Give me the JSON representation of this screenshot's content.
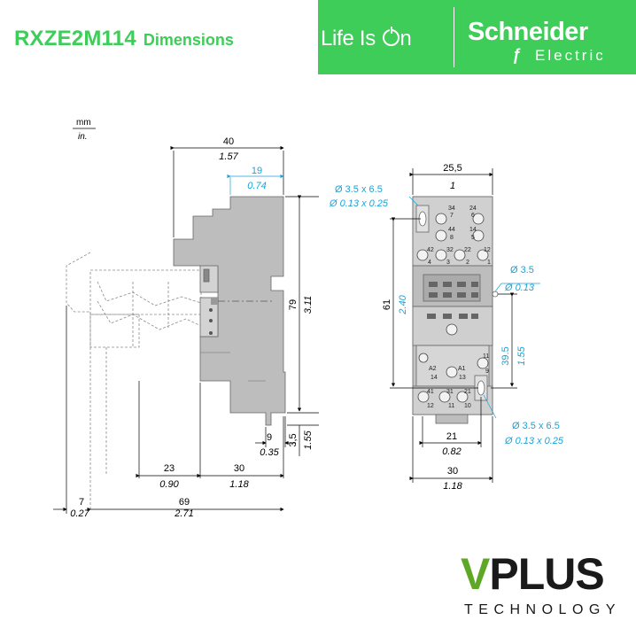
{
  "header": {
    "model": "RXZE2M114",
    "subtitle": "Dimensions",
    "tagline_prefix": "Life Is ",
    "tagline_suffix": "n",
    "brand_name": "Schneider",
    "brand_sub": "Electric",
    "accent_color": "#3dcd58"
  },
  "units": {
    "metric": "mm",
    "imperial": "in."
  },
  "side_view": {
    "width_top": {
      "mm": "40",
      "in": "1.57"
    },
    "width_inner": {
      "mm": "19",
      "in": "0.74"
    },
    "height": {
      "mm": "79",
      "in": "3.11"
    },
    "foot": {
      "mm": "9",
      "in": "0.35"
    },
    "foot_height": {
      "mm": "3,5",
      "in": "1.55"
    },
    "relay_depth": {
      "mm": "23",
      "in": "0.90"
    },
    "base_depth": {
      "mm": "30",
      "in": "1.18"
    },
    "offset": {
      "mm": "7",
      "in": "0.27"
    },
    "total": {
      "mm": "69",
      "in": "2.71"
    }
  },
  "front_view": {
    "width_top": {
      "mm": "25,5",
      "in": "1"
    },
    "slot_top": {
      "mm": "Ø 3.5 x 6.5",
      "in": "Ø 0.13 x 0.25"
    },
    "height": {
      "mm": "61",
      "in": "2.40"
    },
    "hole": {
      "mm": "Ø 3.5",
      "in": "Ø 0.13"
    },
    "hole_height": {
      "mm": "39.5",
      "in": "1.55"
    },
    "slot_bottom": {
      "mm": "Ø 3.5 x 6.5",
      "in": "Ø 0.13 x 0.25"
    },
    "width_inner": {
      "mm": "21",
      "in": "0.82"
    },
    "width_total": {
      "mm": "30",
      "in": "1.18"
    },
    "terminals": {
      "t34": "34",
      "t7": "7",
      "t24": "24",
      "t6": "6",
      "t44": "44",
      "t8": "8",
      "t14": "14",
      "t5": "5",
      "t42": "42",
      "t4": "4",
      "t32": "32",
      "t3": "3",
      "t22": "22",
      "t2": "2",
      "t12": "12",
      "t1": "1",
      "tA2": "A2",
      "tA1": "A1",
      "t11a": "11",
      "t9": "9",
      "t14b": "14",
      "t13": "13",
      "t41": "41",
      "t12b": "12",
      "t31": "31",
      "t11b": "11",
      "t21": "21",
      "t10": "10"
    }
  },
  "footer": {
    "logo_v": "V",
    "logo_rest": "PLUS",
    "logo_sub": "TECHNOLOGY"
  }
}
